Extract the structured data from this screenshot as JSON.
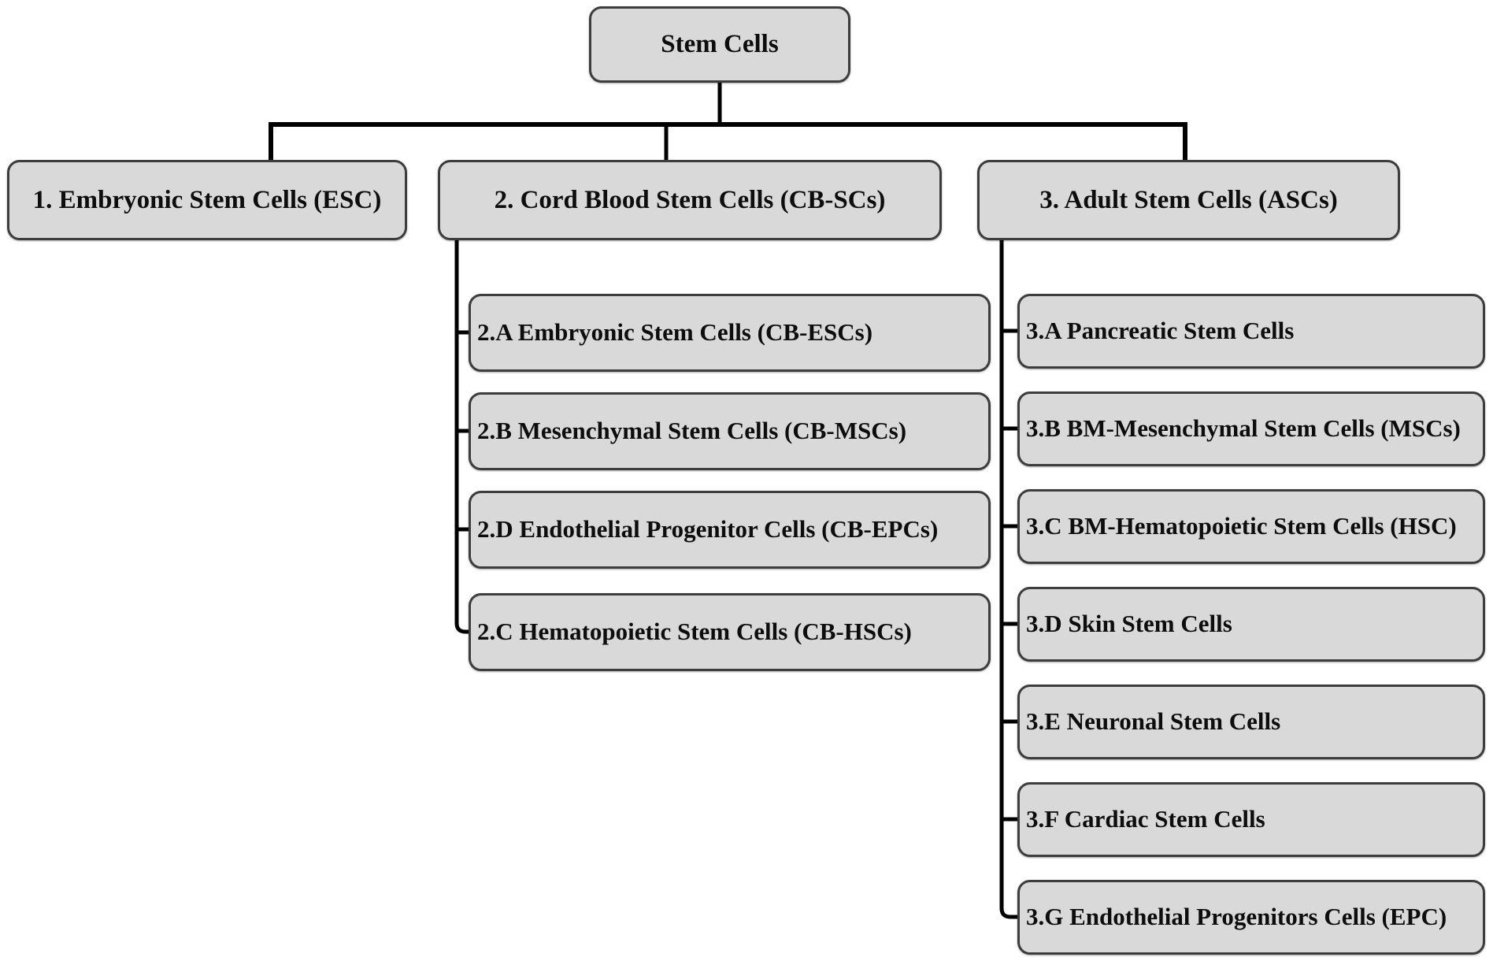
{
  "root": {
    "label": "Stem Cells"
  },
  "level1": [
    {
      "label": "1. Embryonic Stem Cells (ESC)"
    },
    {
      "label": "2. Cord Blood Stem Cells (CB-SCs)"
    },
    {
      "label": "3. Adult Stem Cells (ASCs)"
    }
  ],
  "cord_blood_children": [
    {
      "label": "2.A Embryonic Stem Cells (CB-ESCs)"
    },
    {
      "label": "2.B Mesenchymal  Stem Cells (CB-MSCs)"
    },
    {
      "label": "2.D Endothelial Progenitor Cells (CB-EPCs)"
    },
    {
      "label": "2.C Hematopoietic Stem Cells (CB-HSCs)"
    }
  ],
  "adult_children": [
    {
      "label": "3.A Pancreatic Stem Cells"
    },
    {
      "label": "3.B BM-Mesenchymal Stem Cells (MSCs)"
    },
    {
      "label": "3.C BM-Hematopoietic Stem Cells (HSC)"
    },
    {
      "label": "3.D Skin Stem Cells"
    },
    {
      "label": "3.E Neuronal Stem Cells"
    },
    {
      "label": "3.F Cardiac Stem Cells"
    },
    {
      "label": "3.G Endothelial Progenitors Cells (EPC)"
    }
  ],
  "colors": {
    "box_fill": "#d9d9d9",
    "box_border": "#3d3d3d",
    "connector": "#000000",
    "background": "#ffffff",
    "text": "#0d0d0d"
  }
}
